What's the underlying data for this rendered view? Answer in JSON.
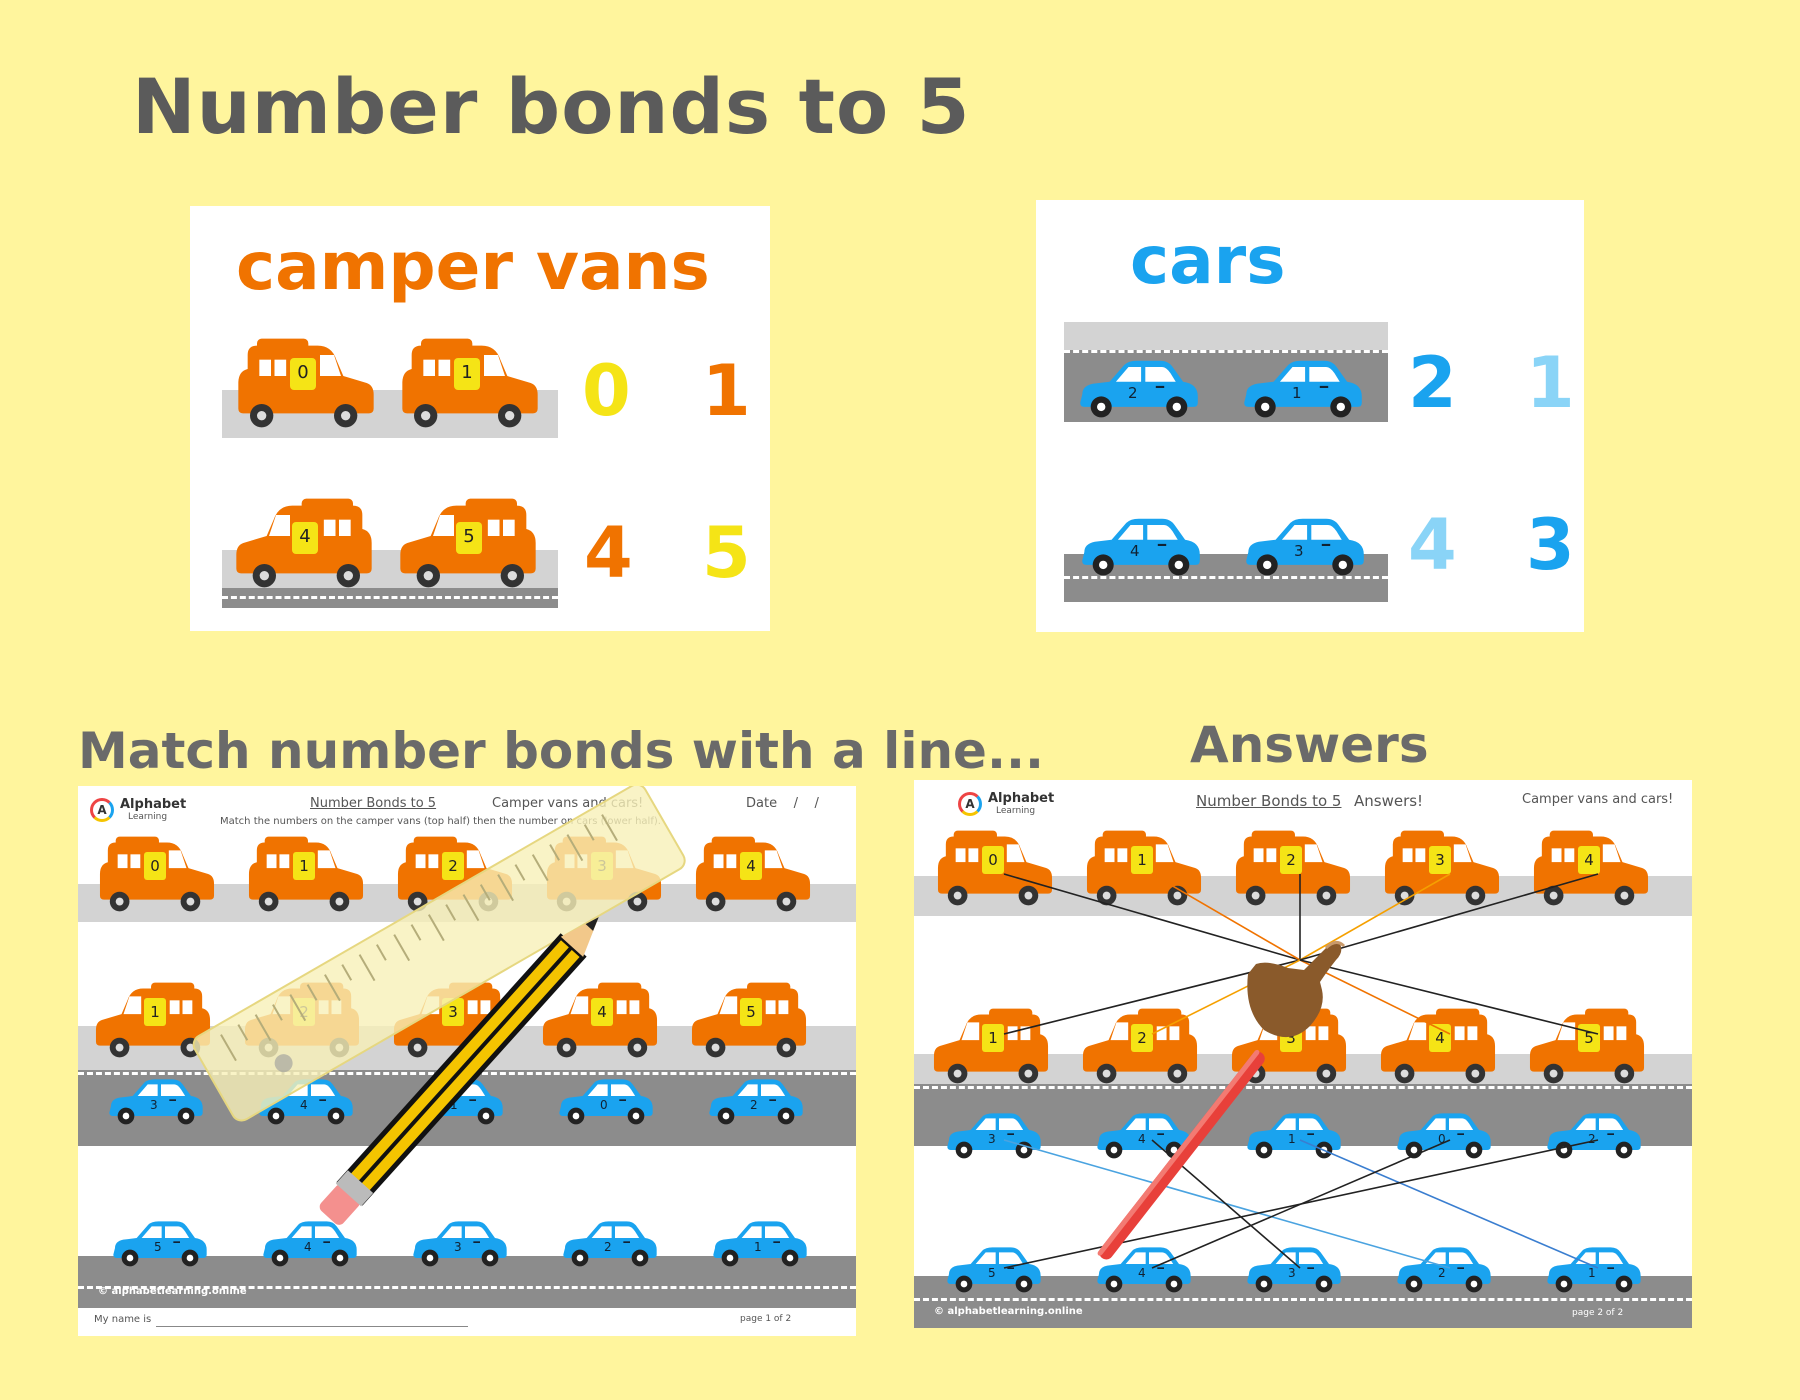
{
  "page": {
    "title": "Number bonds to 5"
  },
  "campers_card": {
    "title": "camper vans",
    "row1": {
      "van_a": "0",
      "van_b": "1",
      "num_a": "0",
      "num_b": "1"
    },
    "row2": {
      "van_a": "4",
      "van_b": "5",
      "num_a": "4",
      "num_b": "5"
    }
  },
  "cars_card": {
    "title": "cars",
    "row1": {
      "car_a": "2",
      "car_b": "1",
      "num_a": "2",
      "num_b": "1"
    },
    "row2": {
      "car_a": "4",
      "car_b": "3",
      "num_a": "4",
      "num_b": "3"
    }
  },
  "worksheet": {
    "heading": "Match number bonds with a line...",
    "logo_line1": "Alphabet",
    "logo_line2": "Learning",
    "logo_letter": "A",
    "sheet_title": "Number Bonds to 5",
    "sheet_subtitle": "Camper vans and cars!",
    "date_label": "Date    /    /",
    "instructions": "Match the numbers on the camper vans (top half) then the number on cars (lower half).",
    "row1_vans": [
      "0",
      "1",
      "2",
      "3",
      "4"
    ],
    "row2_vans": [
      "1",
      "2",
      "3",
      "4",
      "5"
    ],
    "row3_cars": [
      "3",
      "4",
      "1",
      "0",
      "2"
    ],
    "row4_cars": [
      "5",
      "4",
      "3",
      "2",
      "1"
    ],
    "footer_site": "© alphabetlearning.online",
    "name_label": "My name is",
    "page_label": "page 1 of 2"
  },
  "answers": {
    "heading": "Answers",
    "logo_line1": "Alphabet",
    "logo_line2": "Learning",
    "logo_letter": "A",
    "sheet_title": "Number Bonds to 5",
    "sheet_title_suffix": "Answers!",
    "sheet_subtitle": "Camper vans and cars!",
    "row1_vans": [
      "0",
      "1",
      "2",
      "3",
      "4"
    ],
    "row2_vans": [
      "1",
      "2",
      "3",
      "4",
      "5"
    ],
    "row3_cars": [
      "3",
      "4",
      "1",
      "0",
      "2"
    ],
    "row4_cars": [
      "5",
      "4",
      "3",
      "2",
      "1"
    ],
    "footer_site": "© alphabetlearning.online",
    "page_label": "page 2 of 2"
  },
  "colors": {
    "background": "#fff59d",
    "orange": "#f07300",
    "blue": "#1aa3ef",
    "yellow": "#f5e416",
    "light_blue": "#8ad4f7",
    "road": "#8c8c8c",
    "pavement": "#d3d3d3",
    "heading_gray": "#5b5b5b"
  }
}
